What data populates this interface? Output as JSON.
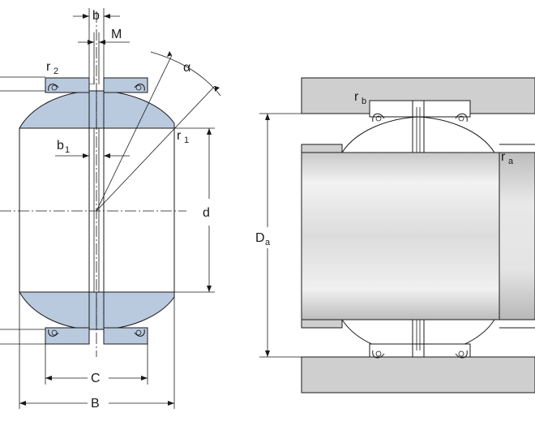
{
  "left_view": {
    "labels": {
      "b": "b",
      "M": "M",
      "r2": "r",
      "r2_sub": "2",
      "alpha": "α",
      "r1": "r",
      "r1_sub": "1",
      "b1": "b",
      "b1_sub": "1",
      "d": "d",
      "C": "C",
      "B": "B"
    }
  },
  "right_view": {
    "labels": {
      "rb": "r",
      "rb_sub": "b",
      "ra": "r",
      "ra_sub": "a",
      "Da": "D",
      "Da_sub": "a"
    }
  },
  "colors": {
    "ball": "#b9c9de",
    "housing": "#cfcfcf",
    "shaft_light": "#ececec",
    "shaft_dark": "#c2c2c2",
    "line": "#1a1a1a"
  }
}
